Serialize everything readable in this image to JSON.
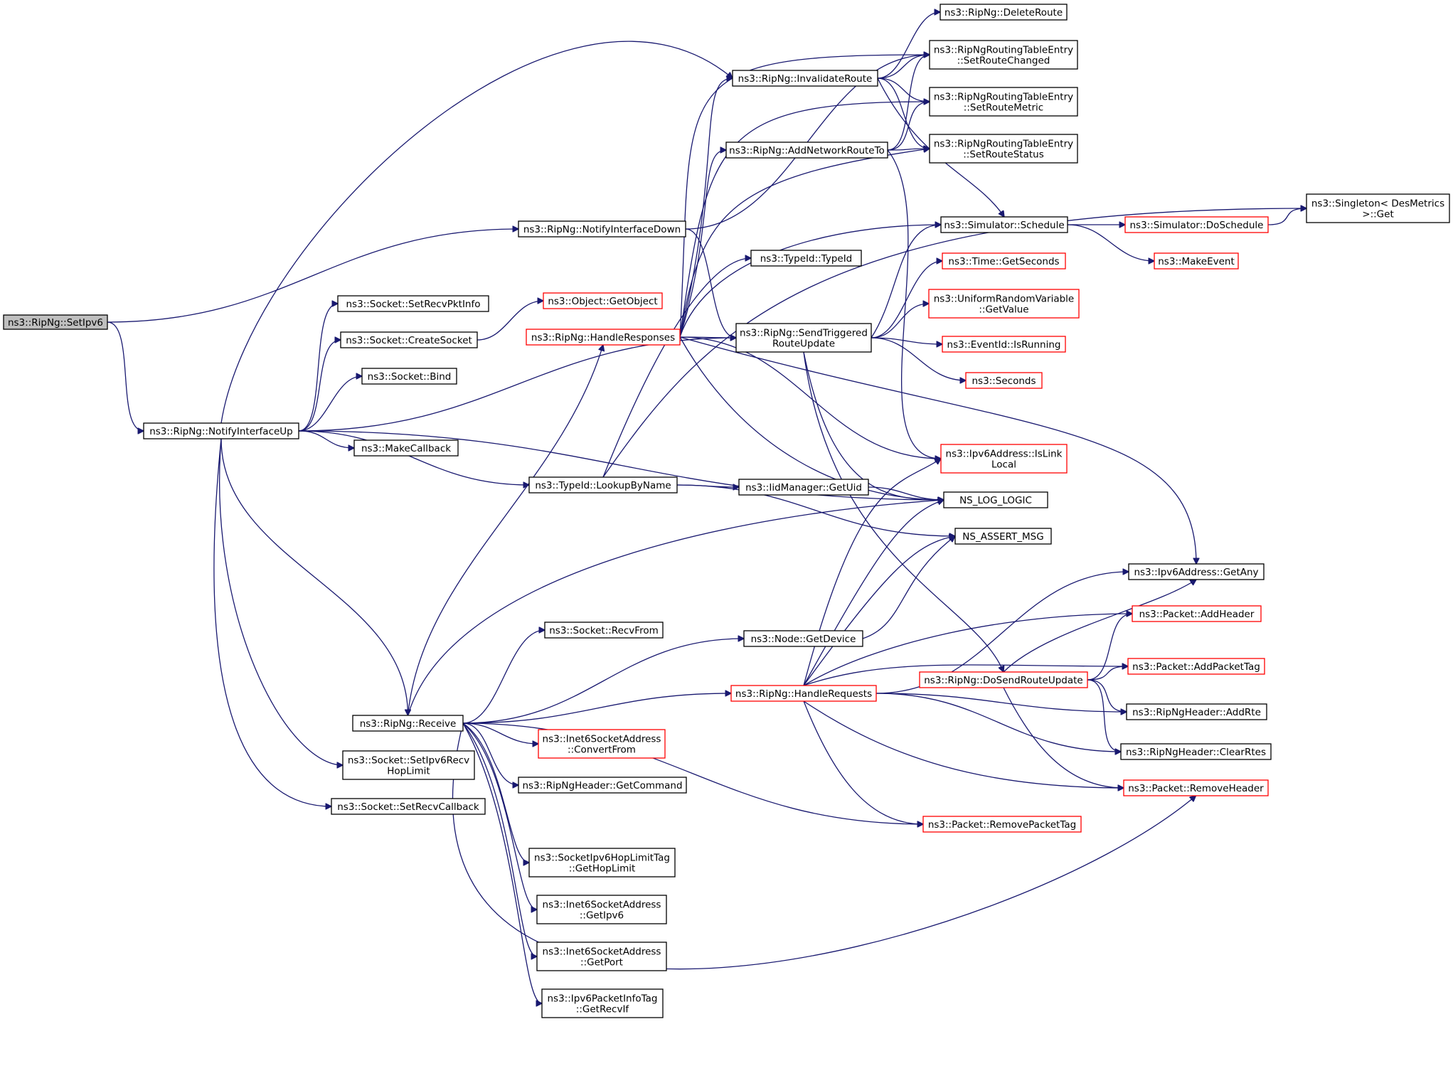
{
  "colors": {
    "edge": "#191970",
    "node_border": "#000000",
    "node_border_truncated": "#ff0000",
    "root_fill": "#bfbfbf",
    "node_fill": "#ffffff"
  },
  "nodes": [
    {
      "id": "SetIpv6",
      "lines": [
        "ns3::RipNg::SetIpv6"
      ],
      "style": "root"
    },
    {
      "id": "NotifyInterfaceDown",
      "lines": [
        "ns3::RipNg::NotifyInterfaceDown"
      ],
      "style": "normal"
    },
    {
      "id": "NotifyInterfaceUp",
      "lines": [
        "ns3::RipNg::NotifyInterfaceUp"
      ],
      "style": "normal"
    },
    {
      "id": "SetRecvPktInfo",
      "lines": [
        "ns3::Socket::SetRecvPktInfo"
      ],
      "style": "normal"
    },
    {
      "id": "CreateSocket",
      "lines": [
        "ns3::Socket::CreateSocket"
      ],
      "style": "normal"
    },
    {
      "id": "Bind",
      "lines": [
        "ns3::Socket::Bind"
      ],
      "style": "normal"
    },
    {
      "id": "MakeCallback",
      "lines": [
        "ns3::MakeCallback"
      ],
      "style": "normal"
    },
    {
      "id": "Receive",
      "lines": [
        "ns3::RipNg::Receive"
      ],
      "style": "normal"
    },
    {
      "id": "SetIpv6RecvHopLimit",
      "lines": [
        "ns3::Socket::SetIpv6Recv",
        "HopLimit"
      ],
      "style": "normal"
    },
    {
      "id": "SetRecvCallback",
      "lines": [
        "ns3::Socket::SetRecvCallback"
      ],
      "style": "normal"
    },
    {
      "id": "GetObject",
      "lines": [
        "ns3::Object::GetObject"
      ],
      "style": "truncated"
    },
    {
      "id": "HandleResponses",
      "lines": [
        "ns3::RipNg::HandleResponses"
      ],
      "style": "truncated"
    },
    {
      "id": "LookupByName",
      "lines": [
        "ns3::TypeId::LookupByName"
      ],
      "style": "normal"
    },
    {
      "id": "RecvFrom",
      "lines": [
        "ns3::Socket::RecvFrom"
      ],
      "style": "normal"
    },
    {
      "id": "ConvertFrom",
      "lines": [
        "ns3::Inet6SocketAddress",
        "::ConvertFrom"
      ],
      "style": "truncated"
    },
    {
      "id": "GetCommand",
      "lines": [
        "ns3::RipNgHeader::GetCommand"
      ],
      "style": "normal"
    },
    {
      "id": "GetHopLimit",
      "lines": [
        "ns3::SocketIpv6HopLimitTag",
        "::GetHopLimit"
      ],
      "style": "normal"
    },
    {
      "id": "GetIpv6",
      "lines": [
        "ns3::Inet6SocketAddress",
        "::GetIpv6"
      ],
      "style": "normal"
    },
    {
      "id": "GetPort",
      "lines": [
        "ns3::Inet6SocketAddress",
        "::GetPort"
      ],
      "style": "normal"
    },
    {
      "id": "GetRecvIf",
      "lines": [
        "ns3::Ipv6PacketInfoTag",
        "::GetRecvIf"
      ],
      "style": "normal"
    },
    {
      "id": "InvalidateRoute",
      "lines": [
        "ns3::RipNg::InvalidateRoute"
      ],
      "style": "normal"
    },
    {
      "id": "AddNetworkRouteTo",
      "lines": [
        "ns3::RipNg::AddNetworkRouteTo"
      ],
      "style": "normal"
    },
    {
      "id": "TypeIdTypeId",
      "lines": [
        "ns3::TypeId::TypeId"
      ],
      "style": "normal"
    },
    {
      "id": "SendTriggeredRouteUpdate",
      "lines": [
        "ns3::RipNg::SendTriggered",
        "RouteUpdate"
      ],
      "style": "normal"
    },
    {
      "id": "GetUid",
      "lines": [
        "ns3::IidManager::GetUid"
      ],
      "style": "normal"
    },
    {
      "id": "NodeGetDevice",
      "lines": [
        "ns3::Node::GetDevice"
      ],
      "style": "normal"
    },
    {
      "id": "HandleRequests",
      "lines": [
        "ns3::RipNg::HandleRequests"
      ],
      "style": "truncated"
    },
    {
      "id": "DeleteRoute",
      "lines": [
        "ns3::RipNg::DeleteRoute"
      ],
      "style": "normal"
    },
    {
      "id": "SetRouteChanged",
      "lines": [
        "ns3::RipNgRoutingTableEntry",
        "::SetRouteChanged"
      ],
      "style": "normal"
    },
    {
      "id": "SetRouteMetric",
      "lines": [
        "ns3::RipNgRoutingTableEntry",
        "::SetRouteMetric"
      ],
      "style": "normal"
    },
    {
      "id": "SetRouteStatus",
      "lines": [
        "ns3::RipNgRoutingTableEntry",
        "::SetRouteStatus"
      ],
      "style": "normal"
    },
    {
      "id": "SimulatorSchedule",
      "lines": [
        "ns3::Simulator::Schedule"
      ],
      "style": "normal"
    },
    {
      "id": "GetSeconds",
      "lines": [
        "ns3::Time::GetSeconds"
      ],
      "style": "truncated"
    },
    {
      "id": "UniformGetValue",
      "lines": [
        "ns3::UniformRandomVariable",
        "::GetValue"
      ],
      "style": "truncated"
    },
    {
      "id": "EventIsRunning",
      "lines": [
        "ns3::EventId::IsRunning"
      ],
      "style": "truncated"
    },
    {
      "id": "Seconds",
      "lines": [
        "ns3::Seconds"
      ],
      "style": "truncated"
    },
    {
      "id": "IsLinkLocal",
      "lines": [
        "ns3::Ipv6Address::IsLink",
        "Local"
      ],
      "style": "truncated"
    },
    {
      "id": "NS_LOG_LOGIC",
      "lines": [
        "NS_LOG_LOGIC"
      ],
      "style": "normal"
    },
    {
      "id": "NS_ASSERT_MSG",
      "lines": [
        "NS_ASSERT_MSG"
      ],
      "style": "normal"
    },
    {
      "id": "DoSendRouteUpdate",
      "lines": [
        "ns3::RipNg::DoSendRouteUpdate"
      ],
      "style": "truncated"
    },
    {
      "id": "RemovePacketTag",
      "lines": [
        "ns3::Packet::RemovePacketTag"
      ],
      "style": "truncated"
    },
    {
      "id": "DoSchedule",
      "lines": [
        "ns3::Simulator::DoSchedule"
      ],
      "style": "truncated"
    },
    {
      "id": "MakeEvent",
      "lines": [
        "ns3::MakeEvent"
      ],
      "style": "truncated"
    },
    {
      "id": "SingletonGet",
      "lines": [
        "ns3::Singleton< DesMetrics",
        " >::Get"
      ],
      "style": "normal"
    },
    {
      "id": "Ipv6GetAny",
      "lines": [
        "ns3::Ipv6Address::GetAny"
      ],
      "style": "normal"
    },
    {
      "id": "AddHeader",
      "lines": [
        "ns3::Packet::AddHeader"
      ],
      "style": "truncated"
    },
    {
      "id": "AddPacketTag",
      "lines": [
        "ns3::Packet::AddPacketTag"
      ],
      "style": "truncated"
    },
    {
      "id": "AddRte",
      "lines": [
        "ns3::RipNgHeader::AddRte"
      ],
      "style": "normal"
    },
    {
      "id": "ClearRtes",
      "lines": [
        "ns3::RipNgHeader::ClearRtes"
      ],
      "style": "normal"
    },
    {
      "id": "RemoveHeader",
      "lines": [
        "ns3::Packet::RemoveHeader"
      ],
      "style": "truncated"
    }
  ],
  "edges": [
    [
      "SetIpv6",
      "NotifyInterfaceDown"
    ],
    [
      "SetIpv6",
      "NotifyInterfaceUp"
    ],
    [
      "NotifyInterfaceDown",
      "SetRouteChanged"
    ],
    [
      "NotifyInterfaceDown",
      "SendTriggeredRouteUpdate"
    ],
    [
      "NotifyInterfaceUp",
      "InvalidateRoute"
    ],
    [
      "NotifyInterfaceUp",
      "SetRecvPktInfo"
    ],
    [
      "NotifyInterfaceUp",
      "CreateSocket"
    ],
    [
      "NotifyInterfaceUp",
      "Bind"
    ],
    [
      "NotifyInterfaceUp",
      "MakeCallback"
    ],
    [
      "NotifyInterfaceUp",
      "SendTriggeredRouteUpdate"
    ],
    [
      "NotifyInterfaceUp",
      "LookupByName"
    ],
    [
      "NotifyInterfaceUp",
      "NS_LOG_LOGIC"
    ],
    [
      "NotifyInterfaceUp",
      "Receive"
    ],
    [
      "NotifyInterfaceUp",
      "SetIpv6RecvHopLimit"
    ],
    [
      "NotifyInterfaceUp",
      "SetRecvCallback"
    ],
    [
      "CreateSocket",
      "GetObject"
    ],
    [
      "Receive",
      "HandleResponses"
    ],
    [
      "Receive",
      "NS_LOG_LOGIC"
    ],
    [
      "Receive",
      "RecvFrom"
    ],
    [
      "Receive",
      "NodeGetDevice"
    ],
    [
      "Receive",
      "HandleRequests"
    ],
    [
      "Receive",
      "ConvertFrom"
    ],
    [
      "Receive",
      "GetCommand"
    ],
    [
      "Receive",
      "RemovePacketTag"
    ],
    [
      "Receive",
      "GetHopLimit"
    ],
    [
      "Receive",
      "GetIpv6"
    ],
    [
      "Receive",
      "GetPort"
    ],
    [
      "Receive",
      "GetRecvIf"
    ],
    [
      "Receive",
      "RemoveHeader"
    ],
    [
      "HandleResponses",
      "InvalidateRoute"
    ],
    [
      "HandleResponses",
      "AddNetworkRouteTo"
    ],
    [
      "HandleResponses",
      "SetRouteChanged"
    ],
    [
      "HandleResponses",
      "SetRouteMetric"
    ],
    [
      "HandleResponses",
      "SetRouteStatus"
    ],
    [
      "HandleResponses",
      "SimulatorSchedule"
    ],
    [
      "HandleResponses",
      "SendTriggeredRouteUpdate"
    ],
    [
      "HandleResponses",
      "IsLinkLocal"
    ],
    [
      "HandleResponses",
      "NS_LOG_LOGIC"
    ],
    [
      "HandleResponses",
      "Ipv6GetAny"
    ],
    [
      "LookupByName",
      "TypeIdTypeId"
    ],
    [
      "LookupByName",
      "SingletonGet"
    ],
    [
      "LookupByName",
      "GetUid"
    ],
    [
      "LookupByName",
      "NS_ASSERT_MSG"
    ],
    [
      "InvalidateRoute",
      "DeleteRoute"
    ],
    [
      "InvalidateRoute",
      "SetRouteChanged"
    ],
    [
      "InvalidateRoute",
      "SetRouteMetric"
    ],
    [
      "InvalidateRoute",
      "SetRouteStatus"
    ],
    [
      "InvalidateRoute",
      "SimulatorSchedule"
    ],
    [
      "AddNetworkRouteTo",
      "SetRouteChanged"
    ],
    [
      "AddNetworkRouteTo",
      "SetRouteMetric"
    ],
    [
      "AddNetworkRouteTo",
      "SetRouteStatus"
    ],
    [
      "AddNetworkRouteTo",
      "IsLinkLocal"
    ],
    [
      "SendTriggeredRouteUpdate",
      "SimulatorSchedule"
    ],
    [
      "SendTriggeredRouteUpdate",
      "GetSeconds"
    ],
    [
      "SendTriggeredRouteUpdate",
      "UniformGetValue"
    ],
    [
      "SendTriggeredRouteUpdate",
      "EventIsRunning"
    ],
    [
      "SendTriggeredRouteUpdate",
      "Seconds"
    ],
    [
      "SendTriggeredRouteUpdate",
      "NS_LOG_LOGIC"
    ],
    [
      "SendTriggeredRouteUpdate",
      "DoSendRouteUpdate"
    ],
    [
      "GetUid",
      "NS_LOG_LOGIC"
    ],
    [
      "NodeGetDevice",
      "NS_ASSERT_MSG"
    ],
    [
      "HandleRequests",
      "IsLinkLocal"
    ],
    [
      "HandleRequests",
      "NS_LOG_LOGIC"
    ],
    [
      "HandleRequests",
      "NS_ASSERT_MSG"
    ],
    [
      "HandleRequests",
      "Ipv6GetAny"
    ],
    [
      "HandleRequests",
      "AddHeader"
    ],
    [
      "HandleRequests",
      "AddPacketTag"
    ],
    [
      "HandleRequests",
      "AddRte"
    ],
    [
      "HandleRequests",
      "ClearRtes"
    ],
    [
      "HandleRequests",
      "RemoveHeader"
    ],
    [
      "HandleRequests",
      "RemovePacketTag"
    ],
    [
      "DoSendRouteUpdate",
      "Ipv6GetAny"
    ],
    [
      "DoSendRouteUpdate",
      "AddHeader"
    ],
    [
      "DoSendRouteUpdate",
      "AddPacketTag"
    ],
    [
      "DoSendRouteUpdate",
      "AddRte"
    ],
    [
      "DoSendRouteUpdate",
      "ClearRtes"
    ],
    [
      "DoSendRouteUpdate",
      "RemoveHeader"
    ],
    [
      "SimulatorSchedule",
      "DoSchedule"
    ],
    [
      "SimulatorSchedule",
      "MakeEvent"
    ],
    [
      "DoSchedule",
      "SingletonGet"
    ]
  ]
}
